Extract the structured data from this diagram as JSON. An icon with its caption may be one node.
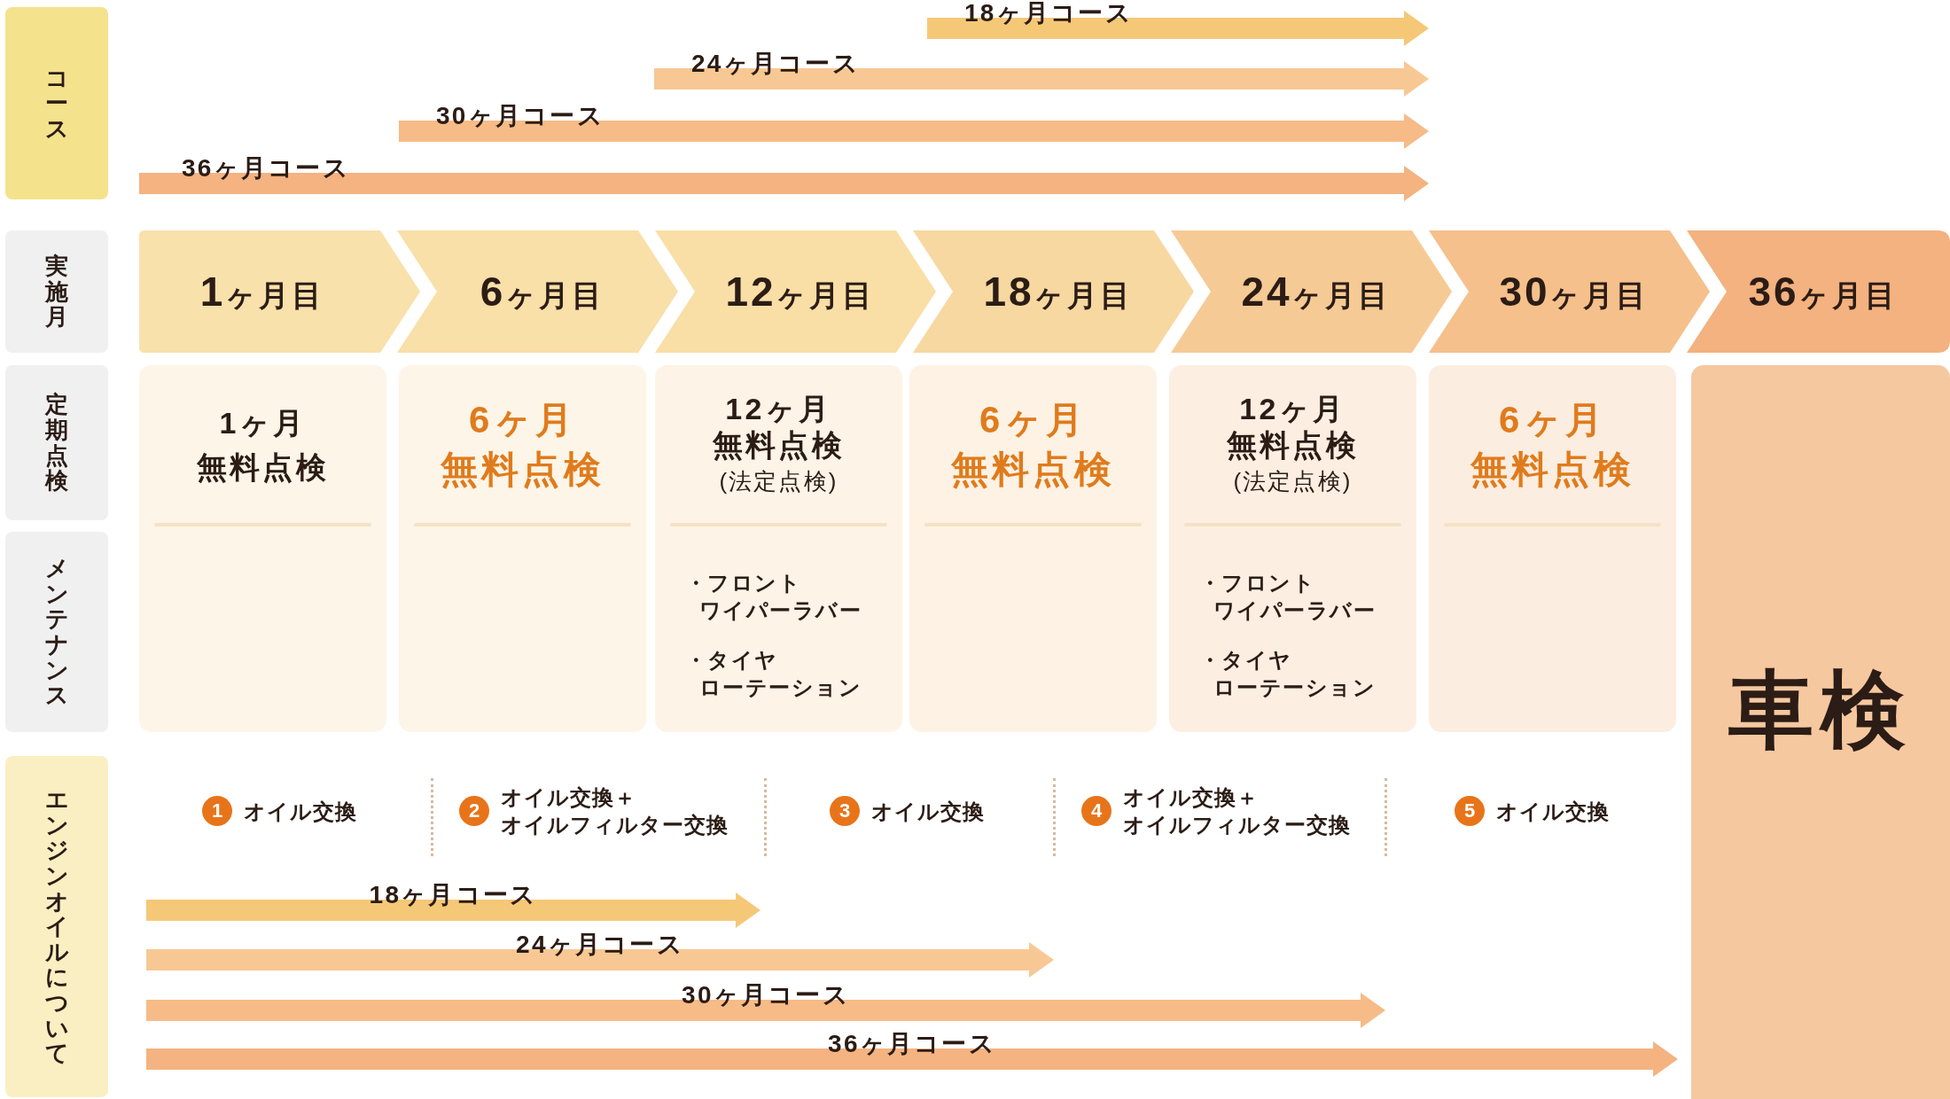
{
  "diagram": {
    "nodes": [
      {
        "text": [
          "コース"
        ]
      },
      {
        "text": [
          "18ヶ月コース"
        ]
      },
      {
        "text": [
          "24ヶ月コース"
        ]
      },
      {
        "text": [
          "30ヶ月コース"
        ]
      },
      {
        "text": [
          "36ヶ月コース"
        ]
      },
      {
        "text": [
          "実施月"
        ]
      },
      {
        "text": [
          "1ヶ月目"
        ]
      },
      {
        "text": [
          "6ヶ月目"
        ]
      },
      {
        "text": [
          "12ヶ月目"
        ]
      },
      {
        "text": [
          "18ヶ月目"
        ]
      },
      {
        "text": [
          "24ヶ月目"
        ]
      },
      {
        "text": [
          "30ヶ月目"
        ]
      },
      {
        "text": [
          "36ヶ月目"
        ]
      },
      {
        "text": [
          "定期点検"
        ]
      },
      {
        "text": [
          "1ヶ月",
          "無料点検"
        ]
      },
      {
        "text": [
          "6ヶ月",
          "無料点検"
        ]
      },
      {
        "text": [
          "12ヶ月",
          "無料点検",
          "(法定点検)",
          "・フロント",
          "ワイパーラバー",
          "・タイヤ",
          "ローテーション"
        ]
      },
      {
        "text": [
          "6ヶ月",
          "無料点検"
        ]
      },
      {
        "text": [
          "12ヶ月",
          "無料点検",
          "(法定点検)",
          "・フロント",
          "ワイパーラバー",
          "・タイヤ",
          "ローテーション"
        ]
      },
      {
        "text": [
          "6ヶ月",
          "無料点検"
        ]
      },
      {
        "text": [
          "車検"
        ]
      },
      {
        "text": [
          "メンテナンス"
        ]
      },
      {
        "text": [
          "エンジンオイルについて"
        ]
      },
      {
        "text": [
          "1"
        ],
        "beside": [
          "オイル交換"
        ]
      },
      {
        "text": [
          "2"
        ],
        "beside": [
          "オイル交換＋",
          "オイルフィルター交換"
        ]
      },
      {
        "text": [
          "3"
        ],
        "beside": [
          "オイル交換"
        ]
      },
      {
        "text": [
          "4"
        ],
        "beside": [
          "オイル交換＋",
          "オイルフィルター交換"
        ]
      },
      {
        "text": [
          "5"
        ],
        "beside": [
          "オイル交換"
        ]
      },
      {
        "text": [
          "18ヶ月コース"
        ]
      },
      {
        "text": [
          "24ヶ月コース"
        ]
      },
      {
        "text": [
          "30ヶ月コース"
        ]
      },
      {
        "text": [
          "36ヶ月コース"
        ]
      }
    ]
  }
}
